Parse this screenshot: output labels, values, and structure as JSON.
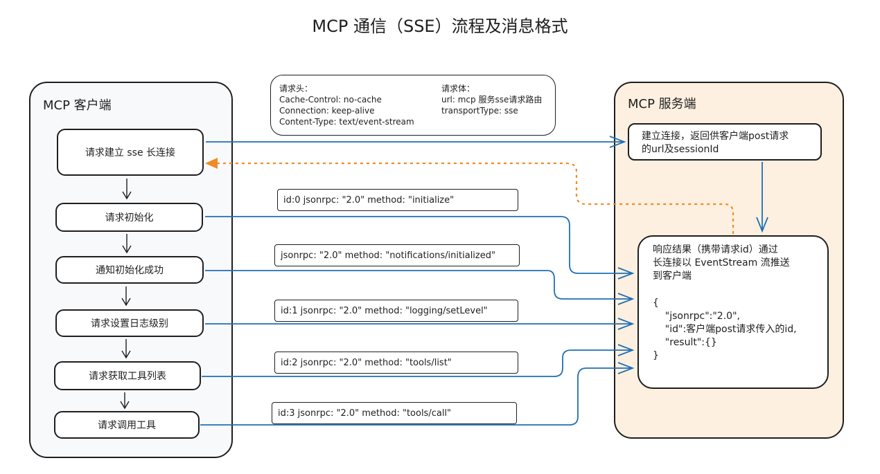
{
  "title": "MCP 通信（SSE）流程及消息格式",
  "client": {
    "title": "MCP 客户端",
    "steps": [
      "请求建立 sse 长连接",
      "请求初始化",
      "通知初始化成功",
      "请求设置日志级别",
      "请求获取工具列表",
      "请求调用工具"
    ]
  },
  "server": {
    "title": "MCP 服务端",
    "connect_box": [
      "建立连接，返回供客户端post请求",
      "的url及sessionId"
    ],
    "response_box": {
      "text": [
        "响应结果（携带请求id）通过",
        "长连接以 EventStream 流推送",
        "到客户端"
      ],
      "json": [
        "{",
        "    \"jsonrpc\":\"2.0\",",
        "    \"id\":客户端post请求传入的id,",
        "    \"result\":{}",
        "}"
      ]
    }
  },
  "request_header": {
    "left": [
      "请求头：",
      "Cache-Control: no-cache",
      "Connection: keep-alive",
      "Content-Type: text/event-stream"
    ],
    "right": [
      "请求体：",
      "url: mcp 服务sse请求路由",
      "transportType: sse"
    ]
  },
  "messages": [
    "id:0   jsonrpc: \"2.0\"  method: \"initialize\"",
    "jsonrpc: \"2.0\" method: \"notifications/initialized\"",
    "id:1  jsonrpc: \"2.0\" method: \"logging/setLevel\"",
    "id:2  jsonrpc: \"2.0\" method: \"tools/list\"",
    "id:3  jsonrpc: \"2.0\" method: \"tools/call\""
  ],
  "colors": {
    "blue": "#1f6fb5",
    "orange": "#f08a24",
    "client_bg": "#f8f9fb",
    "server_bg": "#fdf0e0"
  }
}
